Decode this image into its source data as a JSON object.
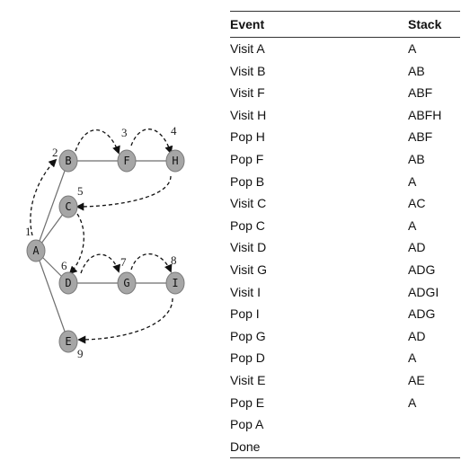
{
  "graph": {
    "nodes": [
      {
        "id": "A",
        "order": "1"
      },
      {
        "id": "B",
        "order": "2"
      },
      {
        "id": "F",
        "order": "3"
      },
      {
        "id": "H",
        "order": "4"
      },
      {
        "id": "C",
        "order": "5"
      },
      {
        "id": "D",
        "order": "6"
      },
      {
        "id": "G",
        "order": "7"
      },
      {
        "id": "I",
        "order": "8"
      },
      {
        "id": "E",
        "order": "9"
      }
    ],
    "edges": [
      [
        "A",
        "B"
      ],
      [
        "A",
        "C"
      ],
      [
        "A",
        "D"
      ],
      [
        "A",
        "E"
      ],
      [
        "B",
        "F"
      ],
      [
        "F",
        "H"
      ],
      [
        "D",
        "G"
      ],
      [
        "G",
        "I"
      ]
    ]
  },
  "table": {
    "headers": {
      "event": "Event",
      "stack": "Stack"
    },
    "rows": [
      {
        "event": "Visit A",
        "stack": "A"
      },
      {
        "event": "Visit B",
        "stack": "AB"
      },
      {
        "event": "Visit F",
        "stack": "ABF"
      },
      {
        "event": "Visit H",
        "stack": "ABFH"
      },
      {
        "event": "Pop H",
        "stack": "ABF"
      },
      {
        "event": "Pop F",
        "stack": "AB"
      },
      {
        "event": "Pop B",
        "stack": "A"
      },
      {
        "event": "Visit C",
        "stack": "AC"
      },
      {
        "event": "Pop C",
        "stack": "A"
      },
      {
        "event": "Visit D",
        "stack": "AD"
      },
      {
        "event": "Visit G",
        "stack": "ADG"
      },
      {
        "event": "Visit I",
        "stack": "ADGI"
      },
      {
        "event": "Pop I",
        "stack": "ADG"
      },
      {
        "event": "Pop G",
        "stack": "AD"
      },
      {
        "event": "Pop D",
        "stack": "A"
      },
      {
        "event": "Visit E",
        "stack": "AE"
      },
      {
        "event": "Pop E",
        "stack": "A"
      },
      {
        "event": "Pop A",
        "stack": ""
      },
      {
        "event": "Done",
        "stack": ""
      }
    ]
  }
}
